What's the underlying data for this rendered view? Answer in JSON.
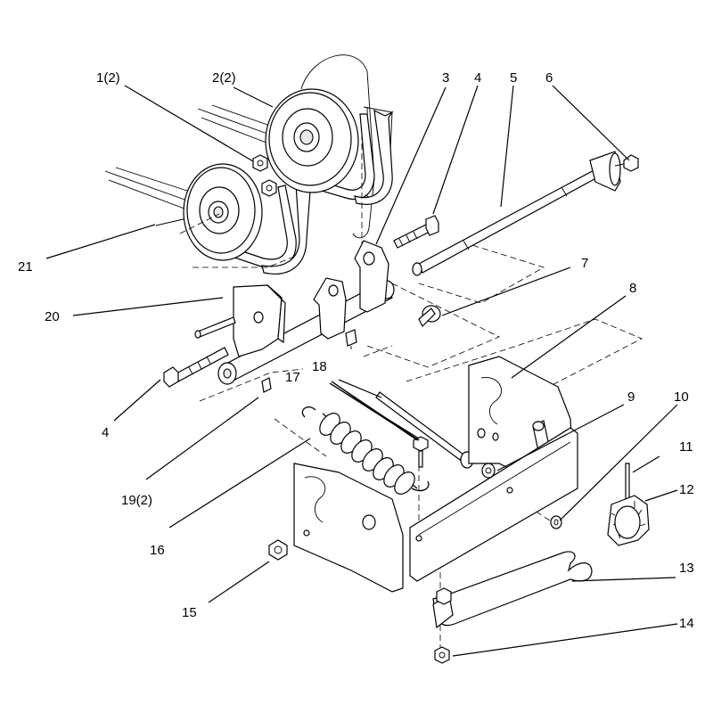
{
  "callouts": [
    {
      "id": "c-1",
      "text": "1(2)"
    },
    {
      "id": "c-2",
      "text": "2(2)"
    },
    {
      "id": "c-3",
      "text": "3"
    },
    {
      "id": "c-4a",
      "text": "4"
    },
    {
      "id": "c-5",
      "text": "5"
    },
    {
      "id": "c-6",
      "text": "6"
    },
    {
      "id": "c-7",
      "text": "7"
    },
    {
      "id": "c-8",
      "text": "8"
    },
    {
      "id": "c-9",
      "text": "9"
    },
    {
      "id": "c-10",
      "text": "10"
    },
    {
      "id": "c-11",
      "text": "11"
    },
    {
      "id": "c-12",
      "text": "12"
    },
    {
      "id": "c-13",
      "text": "13"
    },
    {
      "id": "c-14",
      "text": "14"
    },
    {
      "id": "c-15",
      "text": "15"
    },
    {
      "id": "c-16",
      "text": "16"
    },
    {
      "id": "c-17",
      "text": "17"
    },
    {
      "id": "c-18",
      "text": "18"
    },
    {
      "id": "c-19",
      "text": "19(2)"
    },
    {
      "id": "c-20",
      "text": "20"
    },
    {
      "id": "c-21",
      "text": "21"
    },
    {
      "id": "c-4b",
      "text": "4"
    }
  ]
}
